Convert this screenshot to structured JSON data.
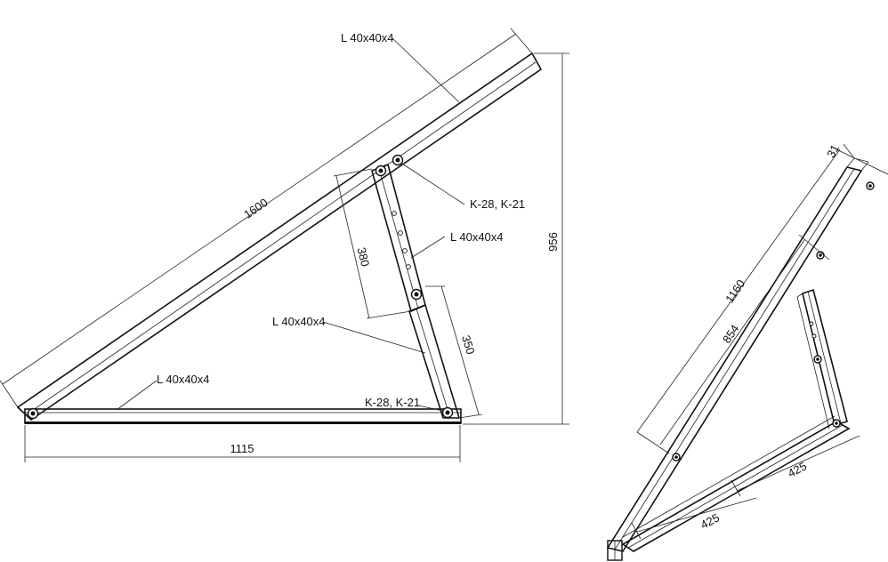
{
  "drawing": {
    "labels": {
      "profile_top": "L 40x40x4",
      "profile_strut": "L 40x40x4",
      "profile_lower_strut": "L 40x40x4",
      "profile_base": "L 40x40x4",
      "fastener_top": "K-28, K-21",
      "fastener_bottom": "K-28, K-21"
    },
    "dimensions": {
      "rail_length": "1600",
      "height": "956",
      "base_length": "1115",
      "upper_strut": "380",
      "lower_strut": "350"
    }
  },
  "iso_view": {
    "dimensions": {
      "flange": "31",
      "rail_length": "1160",
      "hole_spacing": "854",
      "base_right": "425",
      "base_left": "425"
    }
  }
}
